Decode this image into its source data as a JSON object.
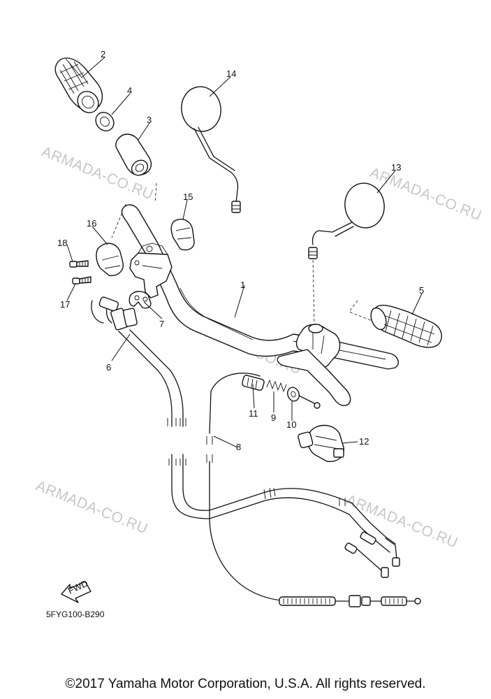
{
  "watermark": "ARMADA-CO.RU",
  "diagram_code": "5FYG100-B290",
  "fwd_label": "FWD",
  "copyright": "©2017 Yamaha Motor Corporation, U.S.A. All rights reserved.",
  "callouts": [
    "1",
    "2",
    "3",
    "4",
    "5",
    "6",
    "7",
    "8",
    "9",
    "10",
    "11",
    "12",
    "13",
    "14",
    "15",
    "16",
    "17",
    "18"
  ]
}
